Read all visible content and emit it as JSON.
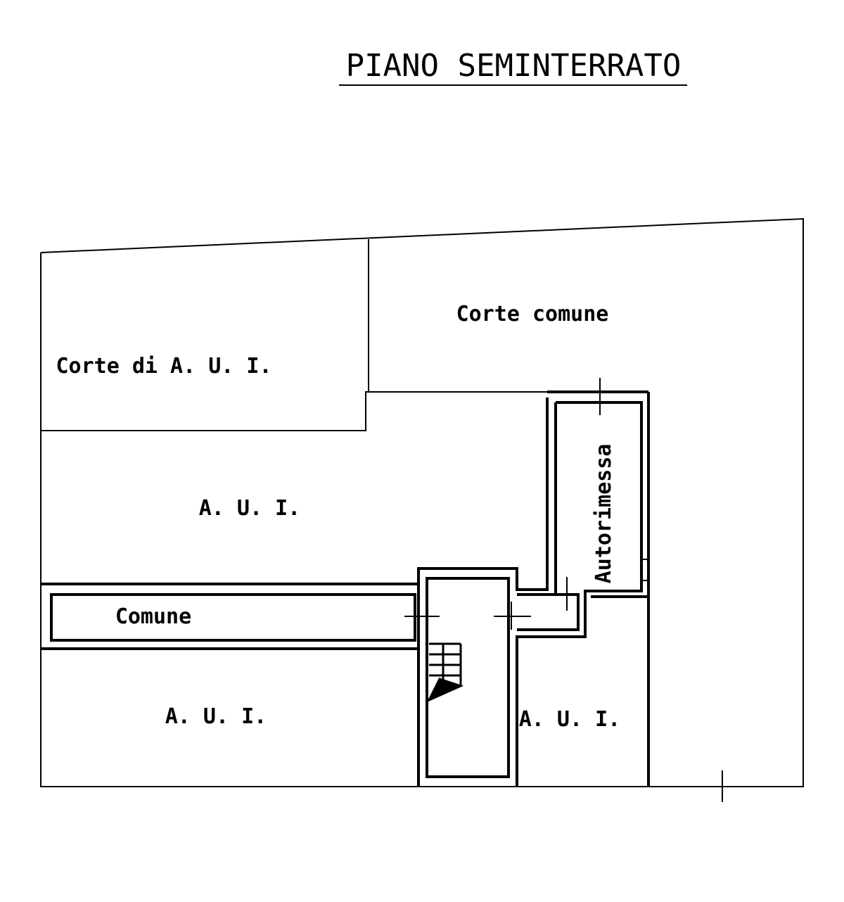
{
  "title": "PIANO SEMINTERRATO",
  "rooms": {
    "corte_comune": "Corte comune",
    "corte_aui": "Corte di A. U. I.",
    "aui_top": "A. U. I.",
    "comune": "Comune",
    "aui_bottom_left": "A. U. I.",
    "aui_bottom_right": "A. U. I.",
    "autorimessa": "Autorimessa"
  },
  "colors": {
    "line": "#000000",
    "background": "#ffffff"
  }
}
